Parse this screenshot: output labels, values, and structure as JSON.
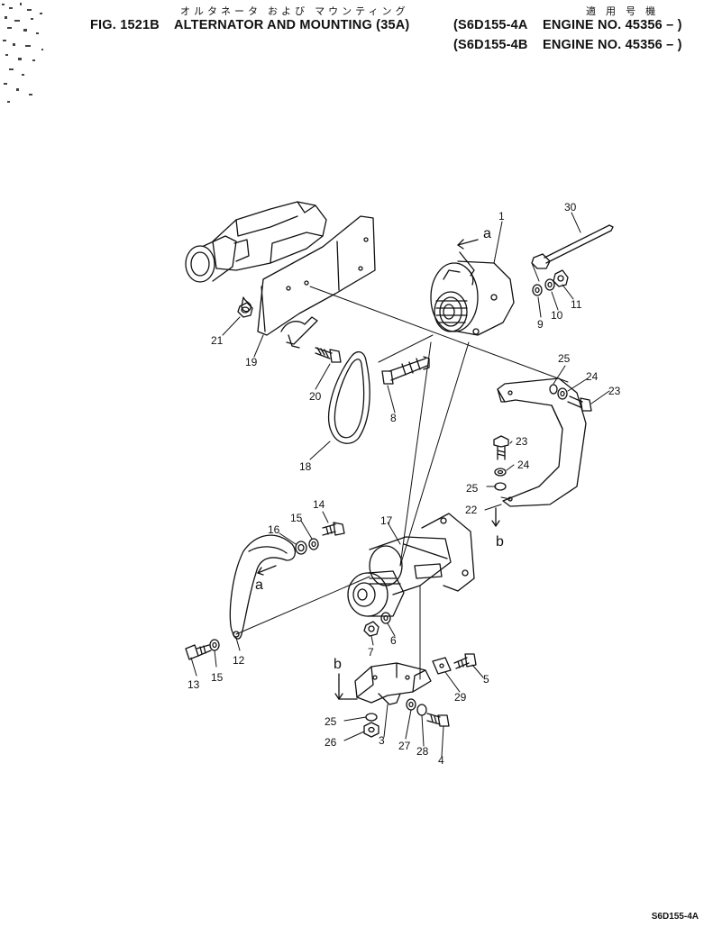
{
  "header": {
    "jp_title": "オルタネータ および マウンティング",
    "jp_applicable": "適 用 号 機",
    "fig_label": "FIG. 1521B",
    "title": "ALTERNATOR AND MOUNTING (35A)",
    "model_a": "(S6D155-4A",
    "engine_a": "ENGINE NO. 45356 – )",
    "model_b": "(S6D155-4B",
    "engine_b": "ENGINE NO. 45356 – )"
  },
  "callouts": {
    "c1": "1",
    "c3": "3",
    "c4": "4",
    "c5": "5",
    "c6": "6",
    "c7": "7",
    "c8": "8",
    "c9": "9",
    "c10": "10",
    "c11": "11",
    "c12": "12",
    "c13": "13",
    "c14": "14",
    "c15a": "15",
    "c15b": "15",
    "c16": "16",
    "c17": "17",
    "c18": "18",
    "c19": "19",
    "c20": "20",
    "c21": "21",
    "c22": "22",
    "c23a": "23",
    "c23b": "23",
    "c24a": "24",
    "c24b": "24",
    "c25a": "25",
    "c25b": "25",
    "c25c": "25",
    "c26": "26",
    "c27": "27",
    "c28": "28",
    "c29": "29",
    "c30": "30"
  },
  "view_marks": {
    "a_top": "a",
    "a_bottom": "a",
    "b_right": "b",
    "b_bottom": "b"
  },
  "footer": {
    "page_code": "S6D155-4A"
  }
}
